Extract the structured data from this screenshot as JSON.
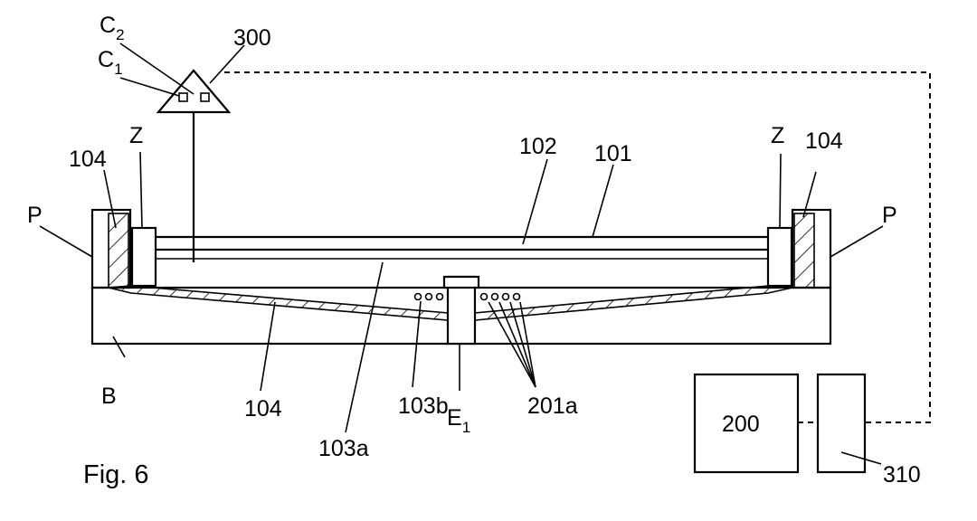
{
  "figure": {
    "caption": "Fig. 6",
    "labels": {
      "c2": "C",
      "c2_sub": "2",
      "c1": "C",
      "c1_sub": "1",
      "sensor": "300",
      "z_left": "Z",
      "z_right": "Z",
      "wall_left_top": "104",
      "wall_right_top": "104",
      "top_layer": "102",
      "cover": "101",
      "p_left": "P",
      "p_right": "P",
      "base": "B",
      "liner_bottom": "104",
      "chamber": "103a",
      "holes_left": "103b",
      "electrode": "E",
      "electrode_sub": "1",
      "holes_right": "201a",
      "controller": "200",
      "unit": "310"
    }
  }
}
